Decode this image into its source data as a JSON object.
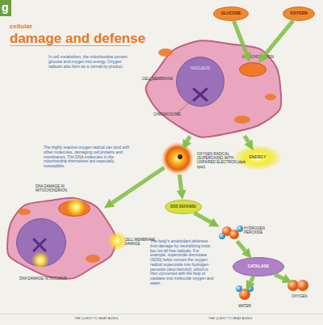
{
  "diagram": {
    "title": "damage and defense",
    "nodes": [
      {
        "text": [
          "GLUCOSE"
        ]
      },
      {
        "text": [
          "OXYGEN"
        ]
      },
      {
        "text": [
          "CELL MEMBRANE"
        ]
      },
      {
        "text": [
          "NUCLEUS"
        ],
        "in": 2
      },
      {
        "text": [
          "MITOCHONDRION"
        ],
        "in": 2
      },
      {
        "text": [
          "ENERGY"
        ]
      },
      {
        "text": [
          "OXYGEN RADICAL (SUPEROXIDE) WITH UNPAIRED ELECTRON (dark spot)"
        ]
      },
      {
        "text": [
          "CELL MEMBRANE DAMAGE"
        ]
      },
      {
        "text": [
          "DNA DAMAGE IN NUCLEUS"
        ],
        "in": 7
      },
      {
        "text": [
          "DNA DAMAGE IN MITOCHONDRION"
        ],
        "in": 7
      },
      {
        "text": [
          "SOD DEFENSE"
        ]
      },
      {
        "text": [
          "HYDROGEN PEROXIDE"
        ]
      },
      {
        "text": [
          "CATALASE"
        ]
      },
      {
        "text": [
          "WATER"
        ]
      },
      {
        "text": [
          "OXYGEN"
        ]
      }
    ],
    "edges": [
      {
        "from": 0,
        "to": 4,
        "arrow": "to"
      },
      {
        "from": 1,
        "to": 4,
        "arrow": "to"
      },
      {
        "from": 2,
        "to": 5,
        "arrow": "to"
      },
      {
        "from": 2,
        "to": 6,
        "arrow": "to"
      },
      {
        "from": 6,
        "to": 7,
        "arrow": "to"
      },
      {
        "from": 6,
        "to": 10,
        "arrow": "to"
      },
      {
        "from": 10,
        "to": 11,
        "arrow": "to"
      },
      {
        "from": 11,
        "to": 12,
        "arrow": "to"
      },
      {
        "from": 12,
        "to": 13,
        "arrow": "to"
      },
      {
        "from": 12,
        "to": 14,
        "arrow": "to"
      }
    ],
    "labels": [
      "g",
      "cellular",
      "In cell metabolism, the mitochondria convert glucose and oxygen into energy. Oxygen radicals also form as a normal by-product.",
      "CHROMOSOME",
      "The highly reactive oxygen radical can bind with other molecules, damaging cell proteins and membranes. The DNA molecules in the mitochondria themselves are especially susceptible.",
      "The body's antioxidant defenses limit damage by neutralizing most but not all free radicals. For example, superoxide dismutase (SOD) helps convert the oxygen radical superoxide into hydrogen peroxide (also harmful), which is then converted with the help of catalase into molecular oxygen and water.",
      "THE QUEST TO BEAT AGING",
      "THE QUEST TO BEAT AGING"
    ]
  }
}
